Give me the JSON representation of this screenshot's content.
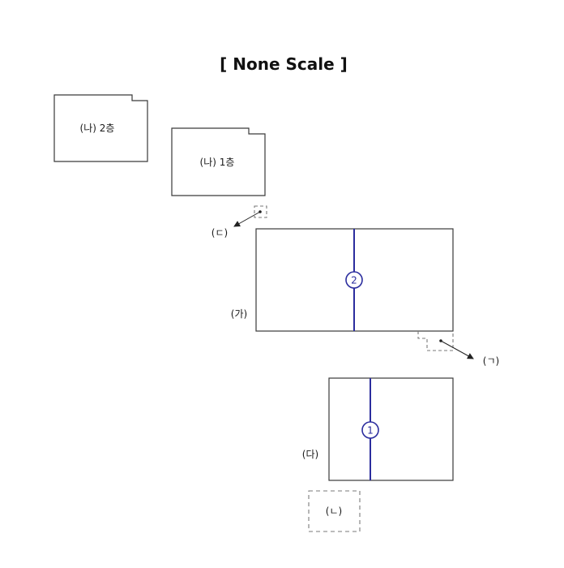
{
  "title": "[ None Scale ]",
  "labels": {
    "floor2": "(나) 2층",
    "floor1": "(나) 1층",
    "ga": "(가)",
    "da": "(다)",
    "giyeok": "(ㄱ)",
    "nieun": "(ㄴ)",
    "digeut": "(ㄷ)"
  },
  "markers": {
    "one": "1",
    "two": "2"
  },
  "colors": {
    "outline": "#3a3a3a",
    "dashed": "#7a7a7a",
    "accent_line": "#2b2d9e"
  }
}
